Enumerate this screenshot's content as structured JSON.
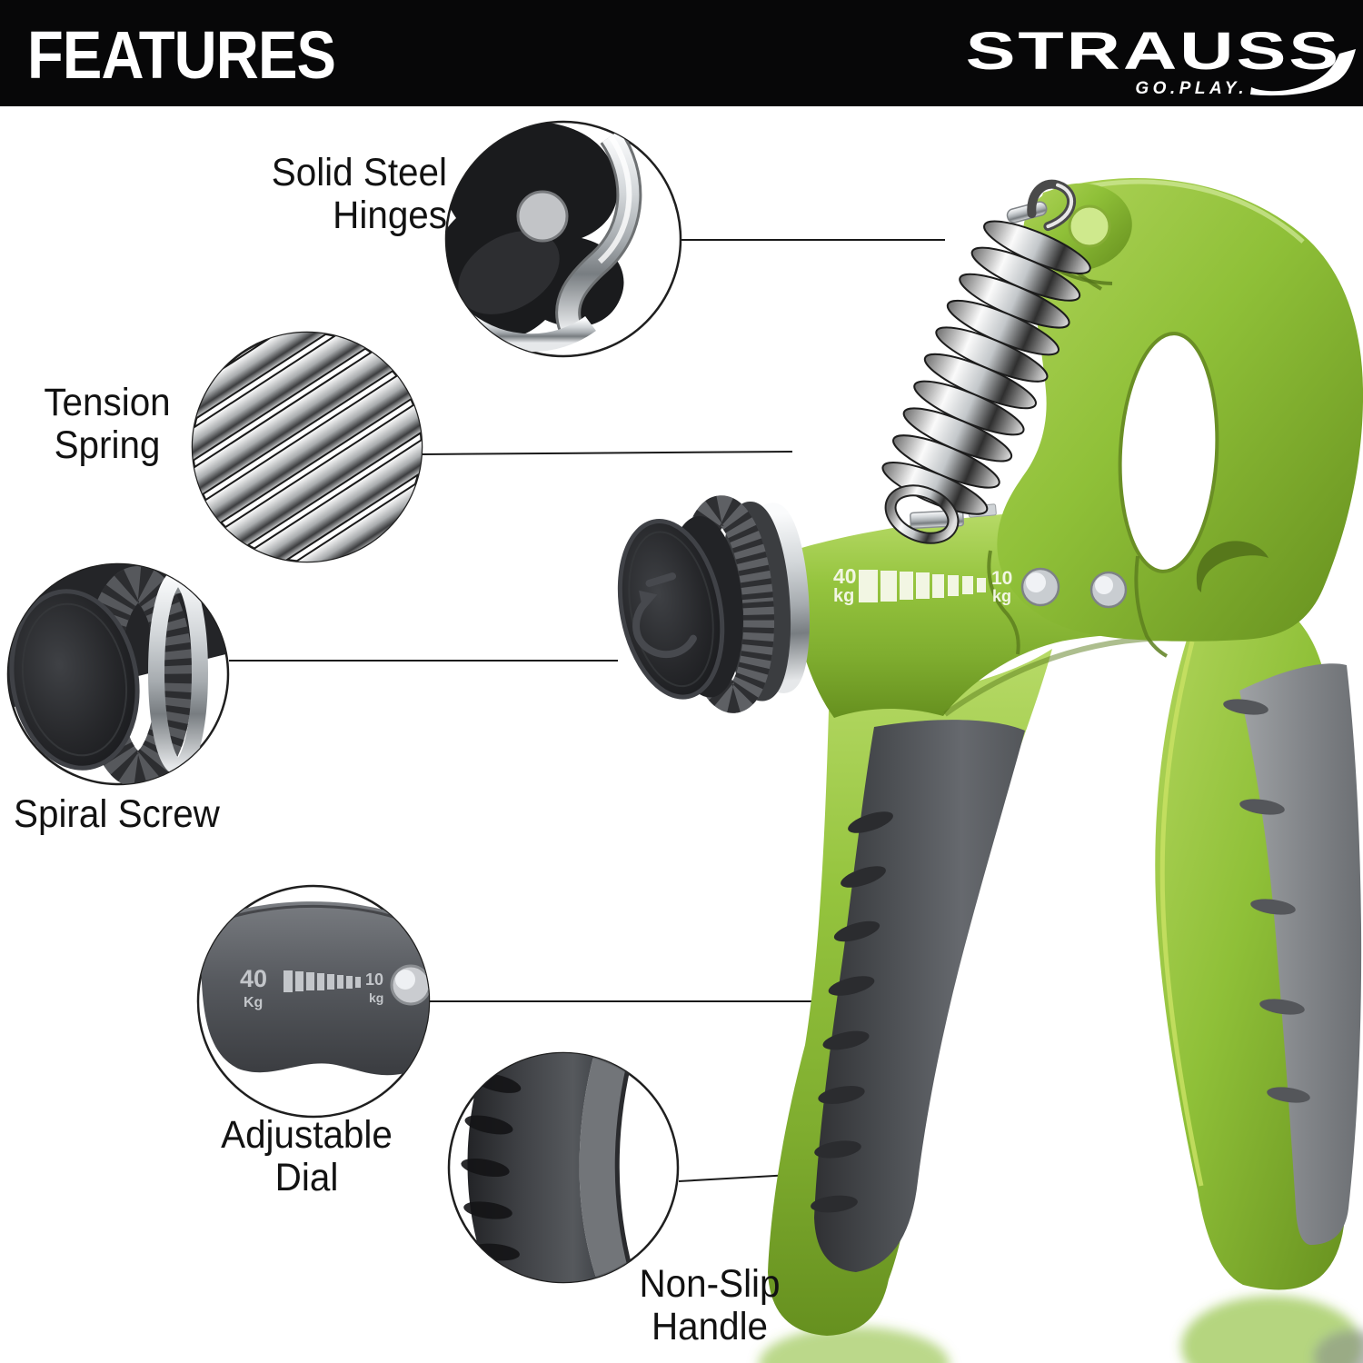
{
  "header": {
    "title": "FEATURES",
    "brand": "STRAUSS",
    "tagline": "GO.PLAY."
  },
  "callouts": [
    {
      "id": "solid-steel-hinges",
      "lines": [
        "Solid Steel",
        "Hinges"
      ]
    },
    {
      "id": "tension-spring",
      "lines": [
        "Tension",
        "Spring"
      ]
    },
    {
      "id": "spiral-screw",
      "lines": [
        "Spiral Screw"
      ]
    },
    {
      "id": "adjustable-dial",
      "lines": [
        "Adjustable",
        "Dial"
      ]
    },
    {
      "id": "non-slip-handle",
      "lines": [
        "Non-Slip",
        "Handle"
      ]
    }
  ],
  "product": {
    "body_scale": {
      "max_value": "40",
      "max_unit": "kg",
      "min_value": "10",
      "min_unit": "kg",
      "segments": 8
    },
    "dial_zoom_scale": {
      "max_value": "40",
      "max_unit": "Kg",
      "min_value": "10",
      "min_unit": "kg",
      "segments": 8
    }
  },
  "colors": {
    "bar_black": "#070708",
    "body_green": "#93c33c",
    "green_dark": "#6d9a26",
    "green_light": "#b9da6a",
    "grip_charcoal": "#4e5154",
    "panel_gray": "#85888a",
    "chrome": "#d3d7da",
    "knob_black": "#1d1e20",
    "label_text": "#121212",
    "background": "#ffffff"
  }
}
